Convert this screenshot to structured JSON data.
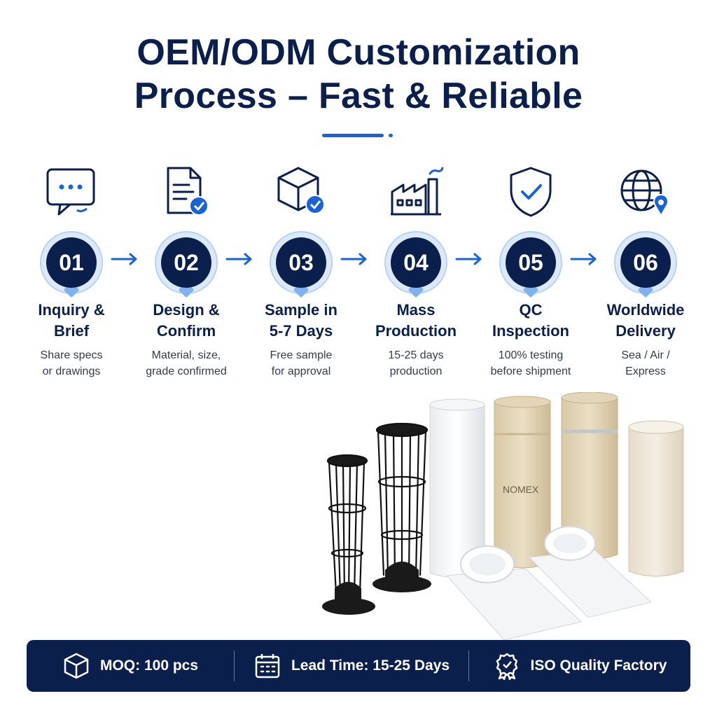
{
  "header": {
    "title_line1": "OEM/ODM Customization",
    "title_line2": "Process – Fast & Reliable"
  },
  "steps": [
    {
      "number": "01",
      "title_line1": "Inquiry &",
      "title_line2": "Brief",
      "desc_line1": "Share specs",
      "desc_line2": "or drawings",
      "icon": "chat-bubble-icon"
    },
    {
      "number": "02",
      "title_line1": "Design &",
      "title_line2": "Confirm",
      "desc_line1": "Material, size,",
      "desc_line2": "grade confirmed",
      "icon": "document-check-icon"
    },
    {
      "number": "03",
      "title_line1": "Sample in",
      "title_line2": "5-7 Days",
      "desc_line1": "Free sample",
      "desc_line2": "for approval",
      "icon": "box-check-icon"
    },
    {
      "number": "04",
      "title_line1": "Mass",
      "title_line2": "Production",
      "desc_line1": "15-25 days",
      "desc_line2": "production",
      "icon": "factory-icon"
    },
    {
      "number": "05",
      "title_line1": "QC",
      "title_line2": "Inspection",
      "desc_line1": "100% testing",
      "desc_line2": "before shipment",
      "icon": "shield-check-icon"
    },
    {
      "number": "06",
      "title_line1": "Worldwide",
      "title_line2": "Delivery",
      "desc_line1": "Sea / Air /",
      "desc_line2": "Express",
      "icon": "globe-pin-icon"
    }
  ],
  "products": {
    "bag_label": "NOMEX"
  },
  "bottom_bar": {
    "moq": "MOQ: 100 pcs",
    "lead_time": "Lead Time: 15-25 Days",
    "quality": "ISO Quality Factory"
  },
  "colors": {
    "navy": "#0b1f4d",
    "accent_blue": "#1a63d6",
    "badge_ring": "#dbe9fb"
  }
}
